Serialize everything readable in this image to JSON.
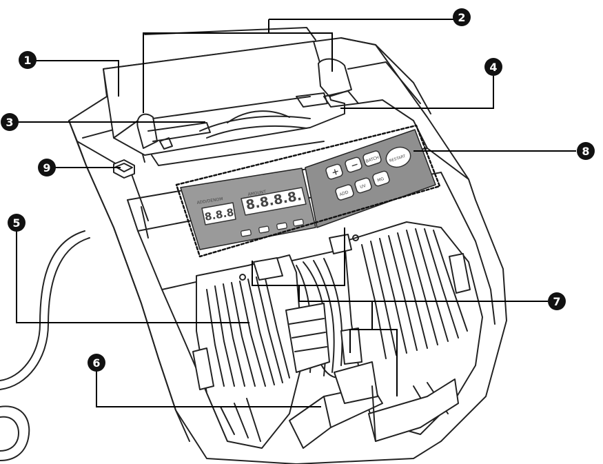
{
  "colors": {
    "outline": "#222222",
    "badge": "#111111",
    "badge_text": "#ffffff",
    "panel": "#9a9a9a",
    "panel_dark": "#8a8a8a"
  },
  "callouts": [
    {
      "id": "1",
      "label": "1"
    },
    {
      "id": "2",
      "label": "2"
    },
    {
      "id": "3",
      "label": "3"
    },
    {
      "id": "4",
      "label": "4"
    },
    {
      "id": "5",
      "label": "5"
    },
    {
      "id": "6",
      "label": "6"
    },
    {
      "id": "7",
      "label": "7"
    },
    {
      "id": "8",
      "label": "8"
    },
    {
      "id": "9",
      "label": "9"
    }
  ],
  "display": {
    "digits_small": "8.8.8",
    "digits_large": "8.8.8.8.",
    "caption_left": "ADD/DENOM",
    "caption_right": "AMOUNT"
  },
  "buttons": [
    {
      "id": "plus",
      "label": "+"
    },
    {
      "id": "minus",
      "label": "−"
    },
    {
      "id": "batch",
      "label": "BATCH"
    },
    {
      "id": "restart",
      "label": "RESTART"
    },
    {
      "id": "add",
      "label": "ADD"
    },
    {
      "id": "uv",
      "label": "UV"
    },
    {
      "id": "mg",
      "label": "MG"
    }
  ]
}
